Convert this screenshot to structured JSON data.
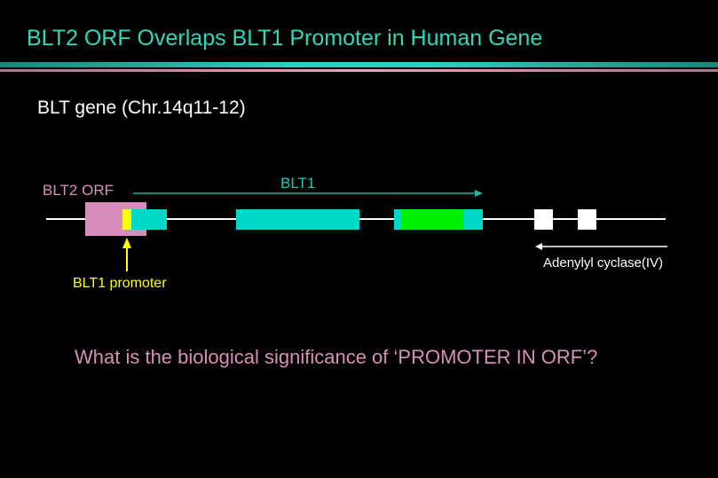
{
  "title": "BLT2 ORF Overlaps BLT1 Promoter in Human Gene",
  "subtitle": "BLT gene (Chr.14q11-12)",
  "diagram": {
    "blt2_orf_label": "BLT2 ORF",
    "blt1_label": "BLT1",
    "promoter_label": "BLT1 promoter",
    "adenylyl_label": "Adenylyl cyclase(IV)",
    "colors": {
      "blt2": "#d88cbc",
      "blt1": "#00d8c8",
      "promoter": "#ffff00",
      "green": "#00f000",
      "other": "#ffffff"
    }
  },
  "question": "What is the biological significance of ‘PROMOTER IN ORF’?"
}
